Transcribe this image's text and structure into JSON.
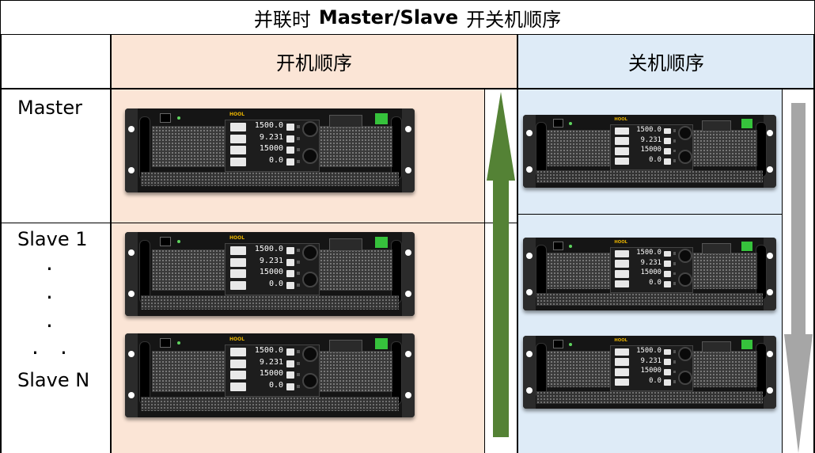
{
  "title": {
    "prefix": "并联时",
    "bold": "Master/Slave",
    "suffix": "开关机顺序"
  },
  "columns": {
    "power_on": "开机顺序",
    "power_off": "关机顺序"
  },
  "rows": {
    "master": "Master",
    "slave_first": "Slave 1",
    "slave_last": "Slave N",
    "dots": "·"
  },
  "device": {
    "logo": "HOOL",
    "readouts": [
      "1500.0",
      "9.231",
      "15000",
      "0.0"
    ]
  },
  "colors": {
    "on_bg": "#fbe5d6",
    "off_bg": "#deebf7",
    "on_arrow": "#548235",
    "off_arrow": "#a6a6a6",
    "grid": "#000000",
    "device_body": "#151515",
    "device_green": "#36c23c"
  },
  "icons": [
    "arrow-up-icon",
    "arrow-down-icon"
  ]
}
